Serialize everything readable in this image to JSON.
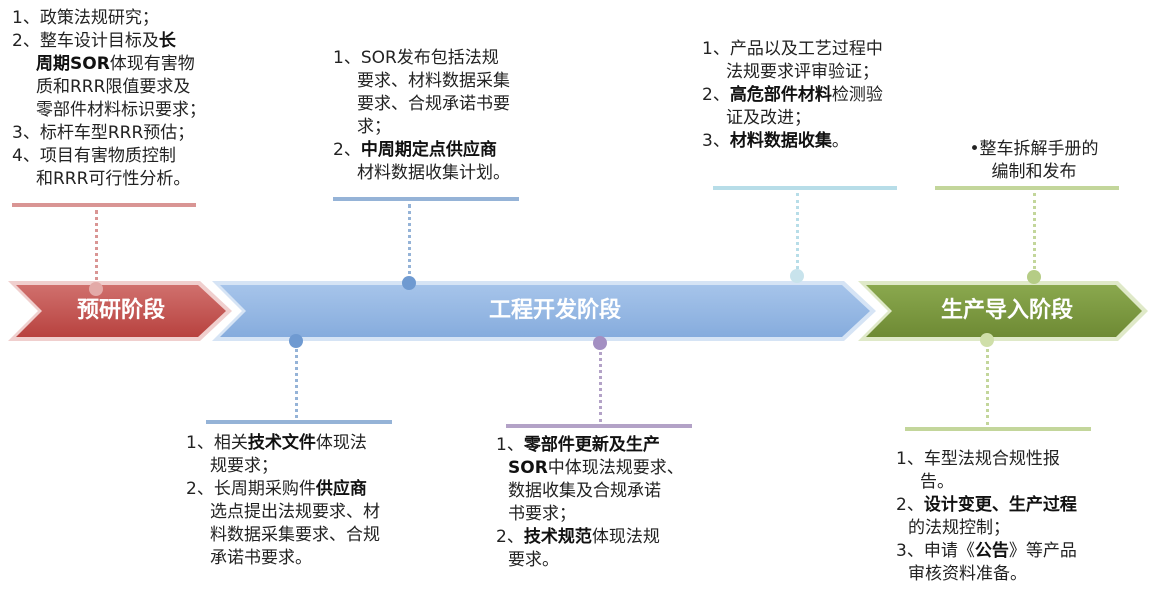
{
  "phases": [
    {
      "label": "预研阶段",
      "color": "#c0504d"
    },
    {
      "label": "工程开发阶段",
      "color": "#8eb4e3"
    },
    {
      "label": "生产导入阶段",
      "color": "#77933c"
    }
  ],
  "colors": {
    "red_line": "#d99594",
    "blue_line": "#95b3d7",
    "light_blue_line": "#b7dde8",
    "purple_line": "#b3a2c7",
    "green_line": "#c3d69b"
  },
  "notes": {
    "prestudy": {
      "l1": "1、政策法规研究；",
      "l2a": "2、整车设计目标及",
      "l2b": "长",
      "l3a": "周期SOR",
      "l3b": "体现有害物",
      "l4": "质和RRR限值要求及",
      "l5": "零部件材料标识要求；",
      "l6": "3、标杆车型RRR预估；",
      "l7": "4、项目有害物质控制",
      "l8": "和RRR可行性分析。"
    },
    "sor": {
      "l1": "1、SOR发布包括法规",
      "l2": "要求、材料数据采集",
      "l3": "要求、合规承诺书要",
      "l4": "求；",
      "l5a": "2、",
      "l5b": "中周期定点供应商",
      "l6": "材料数据收集计划。"
    },
    "product": {
      "l1": "1、产品以及工艺过程中",
      "l2": "法规要求评审验证；",
      "l3a": "2、",
      "l3b": "高危部件材料",
      "l3c": "检测验",
      "l4": "证及改进；",
      "l5a": "3、",
      "l5b": "材料数据收集",
      "l5c": "。"
    },
    "manual": {
      "l1": "•整车拆解手册的",
      "l2": "编制和发布"
    },
    "tech": {
      "l1a": "1、相关",
      "l1b": "技术文件",
      "l1c": "体现法",
      "l2": "规要求；",
      "l3a": "2、长周期采购件",
      "l3b": "供应商",
      "l4": "选点提出法规要求、材",
      "l5": "料数据采集要求、合规",
      "l6": "承诺书要求。"
    },
    "parts": {
      "l1a": "1、",
      "l1b": "零部件更新及生产",
      "l2a": "SOR",
      "l2b": "中体现法规要求、",
      "l3": "数据收集及合规承诺",
      "l4": "书要求；",
      "l5a": "2、",
      "l5b": "技术规范",
      "l5c": "体现法规",
      "l6": "要求。"
    },
    "production": {
      "l1": "1、车型法规合规性报",
      "l2": "告。",
      "l3a": "2、",
      "l3b": "设计变更、生产过程",
      "l4": "的法规控制；",
      "l5a": "3、申请《",
      "l5b": "公告",
      "l5c": "》等产品",
      "l6": "审核资料准备。"
    }
  }
}
